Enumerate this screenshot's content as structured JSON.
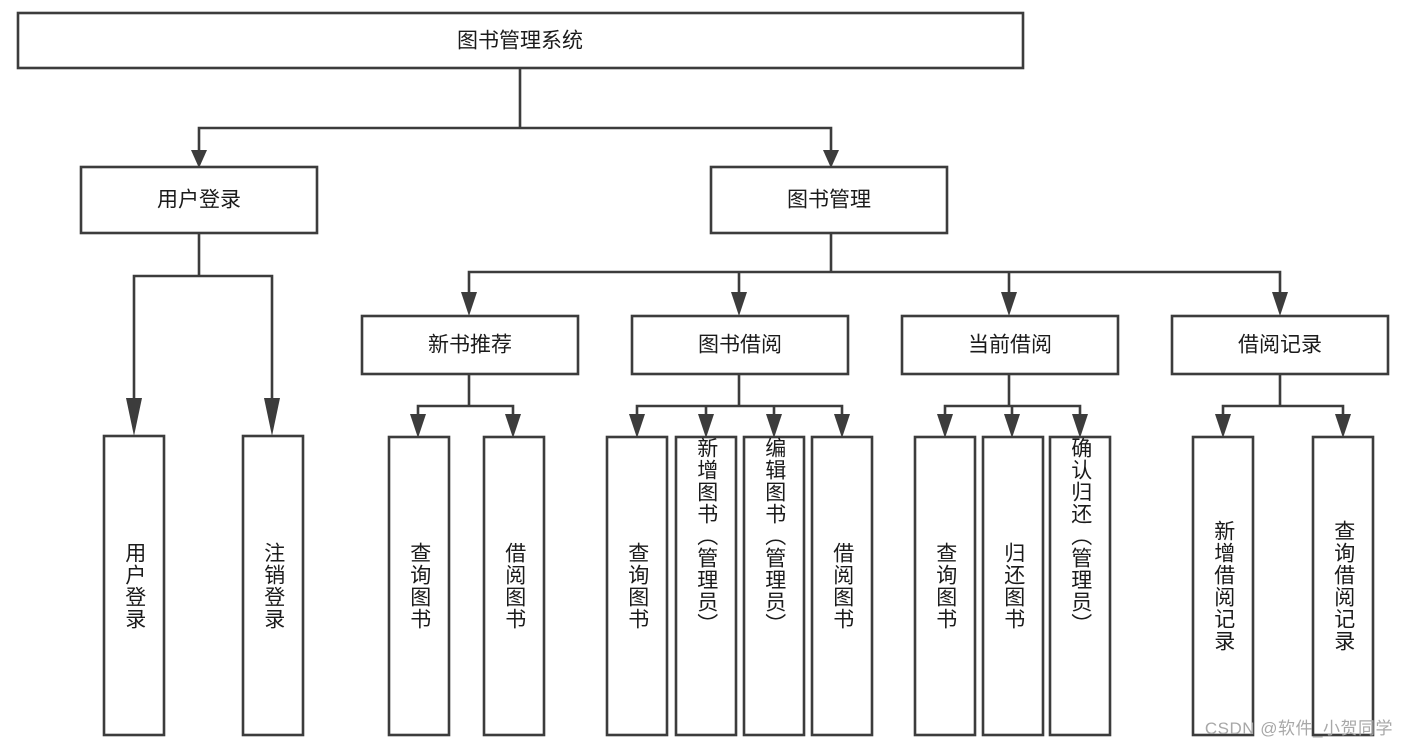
{
  "diagram": {
    "type": "tree",
    "title_node": "图书管理系统",
    "watermark": "CSDN @软件_小贺同学",
    "colors": {
      "stroke": "#3c3c3c",
      "box_fill": "#ffffff",
      "text": "#1b1b1b",
      "background": "#ffffff",
      "watermark": "#a8a8a8"
    },
    "levels": {
      "root": {
        "label": "图书管理系统"
      },
      "level2": [
        {
          "label": "用户登录"
        },
        {
          "label": "图书管理"
        }
      ],
      "level3": [
        {
          "label": "新书推荐"
        },
        {
          "label": "图书借阅"
        },
        {
          "label": "当前借阅"
        },
        {
          "label": "借阅记录"
        }
      ],
      "leaves": {
        "user_login": [
          {
            "label": "用户登录"
          },
          {
            "label": "注销登录"
          }
        ],
        "new_book_recommend": [
          {
            "label": "查询图书"
          },
          {
            "label": "借阅图书"
          }
        ],
        "book_borrow": [
          {
            "label": "查询图书"
          },
          {
            "label": "新增图书（管理员）"
          },
          {
            "label": "编辑图书（管理员）"
          },
          {
            "label": "借阅图书"
          }
        ],
        "current_borrow": [
          {
            "label": "查询图书"
          },
          {
            "label": "归还图书"
          },
          {
            "label": "确认归还（管理员）"
          }
        ],
        "borrow_record": [
          {
            "label": "新增借阅记录"
          },
          {
            "label": "查询借阅记录"
          }
        ]
      }
    }
  }
}
